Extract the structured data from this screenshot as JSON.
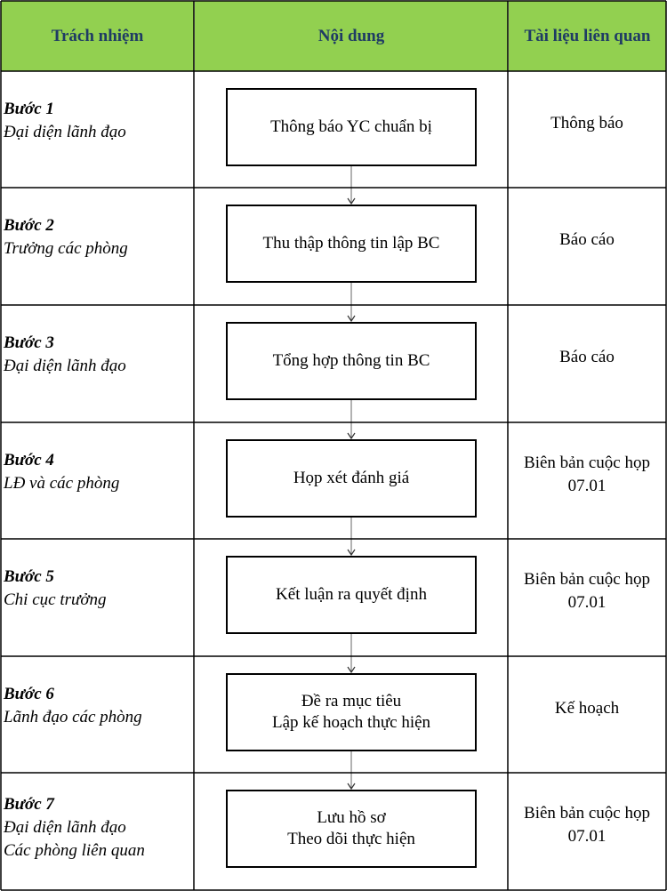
{
  "header": {
    "col1": "Trách nhiệm",
    "col2": "Nội dung",
    "col3": "Tài liệu liên quan"
  },
  "steps": [
    {
      "step": "Bước 1",
      "who": [
        "Đại diện lãnh đạo"
      ],
      "content": [
        "Thông báo YC chuẩn bị"
      ],
      "doc": [
        "Thông báo"
      ]
    },
    {
      "step": "Bước 2",
      "who": [
        "Trưởng các phòng"
      ],
      "content": [
        "Thu thập thông tin lập BC"
      ],
      "doc": [
        "Báo cáo"
      ]
    },
    {
      "step": "Bước 3",
      "who": [
        "Đại diện lãnh đạo"
      ],
      "content": [
        "Tổng hợp thông tin BC"
      ],
      "doc": [
        "Báo cáo"
      ]
    },
    {
      "step": "Bước 4",
      "who": [
        "LĐ và các phòng"
      ],
      "content": [
        "Họp xét đánh giá"
      ],
      "doc": [
        "Biên bản cuộc họp",
        "07.01"
      ]
    },
    {
      "step": "Bước 5",
      "who": [
        "Chi cục trưởng"
      ],
      "content": [
        "Kết luận ra quyết định"
      ],
      "doc": [
        "Biên bản cuộc họp",
        "07.01"
      ]
    },
    {
      "step": "Bước 6",
      "who": [
        "Lãnh đạo các phòng"
      ],
      "content": [
        "Đề ra mục tiêu",
        "Lập kế hoạch thực hiện"
      ],
      "doc": [
        "Kế hoạch"
      ]
    },
    {
      "step": "Bước 7",
      "who": [
        "Đại diện lãnh đạo",
        "Các phòng liên quan"
      ],
      "content": [
        "Lưu hồ sơ",
        "Theo dõi thực hiện"
      ],
      "doc": [
        "Biên bản cuộc họp",
        "07.01"
      ]
    }
  ],
  "colors": {
    "header_bg": "#92d050",
    "header_text": "#1f3b64",
    "border": "#000000"
  }
}
